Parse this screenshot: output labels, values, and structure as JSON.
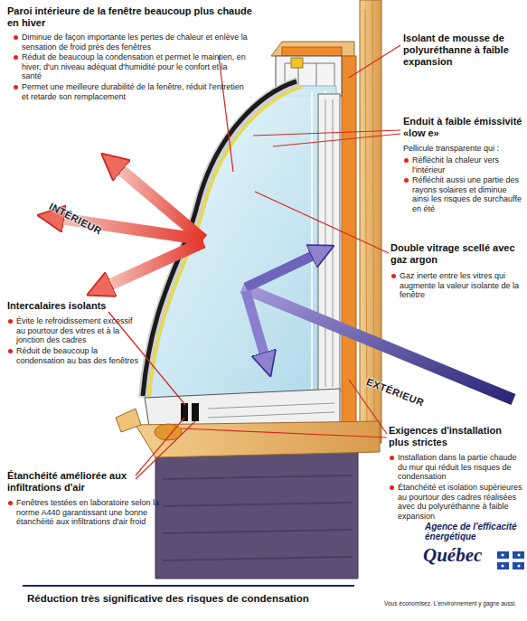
{
  "diagram": {
    "caption": "Réduction très significative des risques de condensation",
    "labels": [
      "Paroi intérieure de la fenêtre beaucoup plus chaude en hiver",
      "Diminue de façon importante les pertes de chaleur et enlève la sensation de froid près des fenêtres",
      "Réduit de beaucoup la condensation et permet le maintien, en hiver, d'un niveau adéquat d'humidité pour le confort et la santé",
      "Permet une meilleure durabilité de la fenêtre, réduit l'entretien et retarde son remplacement",
      "Isolant de mousse de polyuréthanne à faible expansion",
      "Enduit à faible émissivité «low e»",
      "Pellicule transparente qui :",
      "Réfléchit la chaleur vers l'intérieur",
      "Réfléchit aussi une partie des rayons solaires et diminue ainsi les risques de surchauffe en été",
      "INTÉRIEUR",
      "Double vitrage scellé avec gaz argon",
      "Gaz inerte entre les vitres qui augmente la valeur isolante de la fenêtre",
      "Intercalaires isolants",
      "Évite le refroidissement excessif au pourtour des vitres et à la jonction des cadres",
      "Réduit de beaucoup la condensation au bas des fenêtres",
      "EXTÉRIEUR",
      "Exigences d'installation plus strictes",
      "Installation dans la partie chaude du mur qui réduit les risques de condensation",
      "Étanchéité et isolation supérieures au pourtour des cadres réalisées avec du polyuréthanne à faible expansion",
      "Étanchéité améliorée aux infiltrations d'air",
      "Fenêtres testées en laboratoire selon la norme A440 garantissant une bonne étanchéité aux infiltrations d'air froid",
      "Agence de l'efficacité énergétique",
      "Québec",
      "Vous économisez. L'environnement y gagne aussi."
    ]
  }
}
